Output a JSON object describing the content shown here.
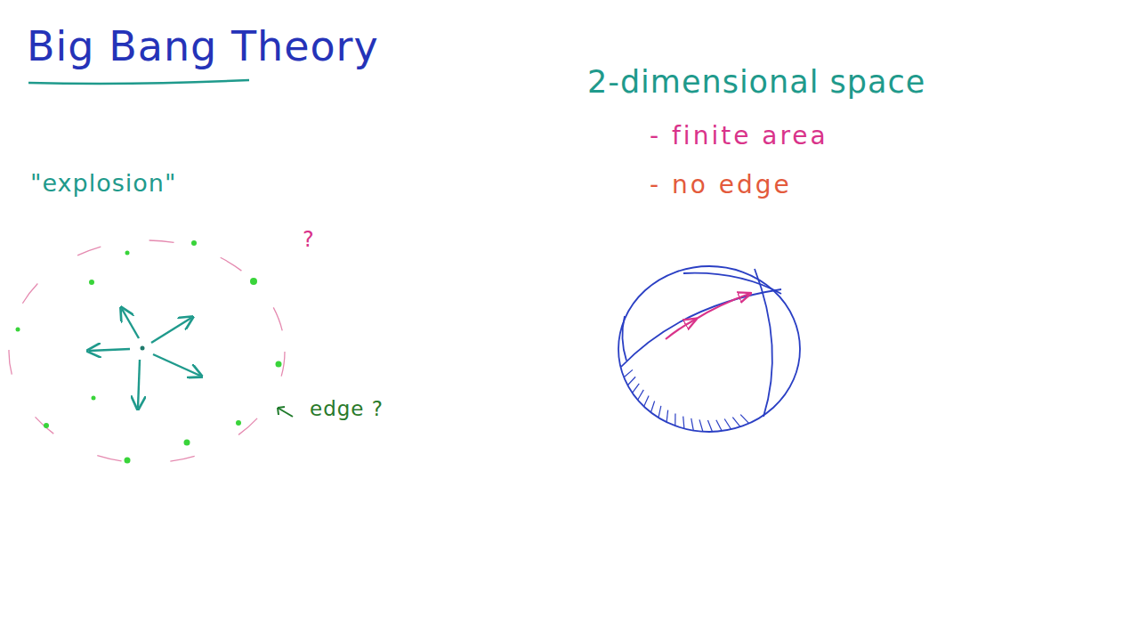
{
  "diagram": {
    "title": "Big Bang Theory",
    "labels": [
      "\"explosion\"",
      "?",
      "edge ?",
      "2-dimensional space",
      "- finite area",
      "- no edge"
    ]
  }
}
